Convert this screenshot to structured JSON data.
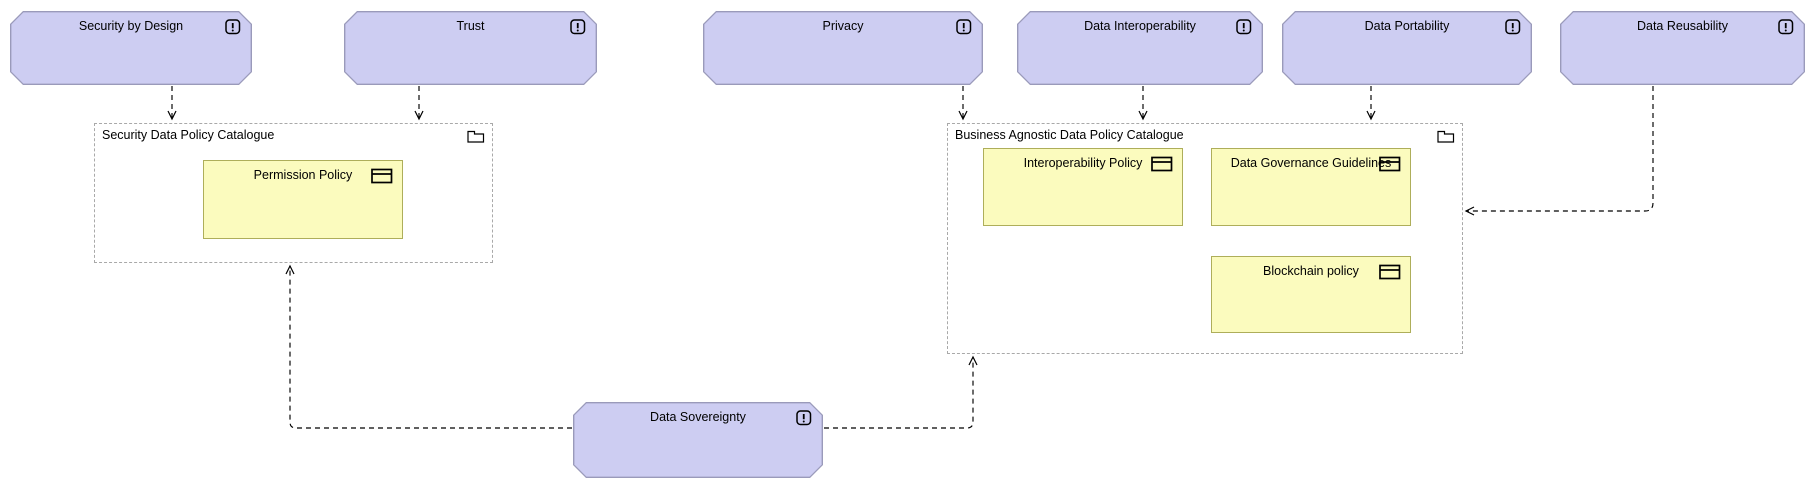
{
  "diagram": {
    "principles": [
      {
        "id": "security-by-design",
        "label": "Security by Design"
      },
      {
        "id": "trust",
        "label": "Trust"
      },
      {
        "id": "privacy",
        "label": "Privacy"
      },
      {
        "id": "data-interoperability",
        "label": "Data Interoperability"
      },
      {
        "id": "data-portability",
        "label": "Data Portability"
      },
      {
        "id": "data-reusability",
        "label": "Data Reusability"
      },
      {
        "id": "data-sovereignty",
        "label": "Data Sovereignty"
      }
    ],
    "catalogues": [
      {
        "id": "security-data-policy-catalogue",
        "label": "Security Data Policy Catalogue",
        "icon": "folder-icon",
        "policies": [
          {
            "label": "Permission Policy",
            "icon": "contract-icon"
          }
        ]
      },
      {
        "id": "business-agnostic-data-policy-catalogue",
        "label": "Business Agnostic Data Policy Catalogue",
        "icon": "folder-icon",
        "policies": [
          {
            "label": "Interoperability Policy",
            "icon": "contract-icon"
          },
          {
            "label": "Data Governance Guidelines",
            "icon": "contract-icon"
          },
          {
            "label": "Blockchain policy",
            "icon": "contract-icon"
          }
        ]
      }
    ],
    "principle_icon": "exclamation-principle-icon",
    "connections": [
      {
        "from": "Security by Design",
        "to": "Security Data Policy Catalogue",
        "style": "dashed-open-arrow"
      },
      {
        "from": "Trust",
        "to": "Security Data Policy Catalogue",
        "style": "dashed-open-arrow"
      },
      {
        "from": "Privacy",
        "to": "Business Agnostic Data Policy Catalogue",
        "style": "dashed-open-arrow"
      },
      {
        "from": "Data Interoperability",
        "to": "Business Agnostic Data Policy Catalogue",
        "style": "dashed-open-arrow"
      },
      {
        "from": "Data Portability",
        "to": "Business Agnostic Data Policy Catalogue",
        "style": "dashed-open-arrow"
      },
      {
        "from": "Data Reusability",
        "to": "Business Agnostic Data Policy Catalogue",
        "style": "dashed-open-arrow"
      },
      {
        "from": "Data Sovereignty",
        "to": "Security Data Policy Catalogue",
        "style": "dashed-open-arrow"
      },
      {
        "from": "Data Sovereignty",
        "to": "Business Agnostic Data Policy Catalogue",
        "style": "dashed-open-arrow"
      }
    ],
    "colors": {
      "principle_fill": "#cdcdf2",
      "principle_border": "#9a9aba",
      "policy_fill": "#fbfbbe",
      "policy_border": "#aeae5a",
      "container_border": "#a9a9a9",
      "connector": "#000000",
      "background": "#ffffff"
    }
  }
}
